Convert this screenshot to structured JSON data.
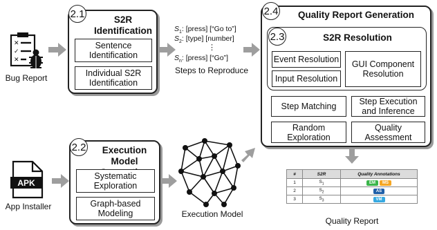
{
  "bug_report": {
    "label": "Bug Report"
  },
  "s2r_identification": {
    "badge": "2.1",
    "title": "S2R Identification",
    "items": [
      "Sentence Identification",
      "Individual S2R Identification"
    ]
  },
  "steps": {
    "lines": [
      {
        "sym": "S",
        "sub": "1",
        "text": ": [press] [“Go to”]"
      },
      {
        "sym": "S",
        "sub": "2",
        "text": ": [type] [number]"
      },
      {
        "sym": "S",
        "sub": "n",
        "text": ": [press] [“Go”]"
      }
    ],
    "dots": "⋮",
    "caption": "Steps to Reproduce"
  },
  "quality_report_generation": {
    "badge": "2.4",
    "title": "Quality Report Generation",
    "s2r_resolution": {
      "badge": "2.3",
      "title": "S2R Resolution",
      "items": [
        "Event Resolution",
        "Input Resolution",
        "GUI Component Resolution"
      ]
    },
    "items": [
      "Step Matching",
      "Step Execution and Inference",
      "Random Exploration",
      "Quality Assessment"
    ]
  },
  "app_installer": {
    "label": "App Installer",
    "file_text": "APK"
  },
  "execution_model_generation": {
    "badge": "2.2",
    "title": "Execution Model Generation",
    "items": [
      "Systematic Exploration",
      "Graph-based Modeling"
    ]
  },
  "execution_model": {
    "label": "Execution Model"
  },
  "quality_report": {
    "caption": "Quality Report",
    "headers": [
      "#",
      "S2R",
      "Quality Annotations"
    ],
    "rows": [
      {
        "num": "1",
        "s2r_sym": "S",
        "s2r_sub": "1",
        "tags": [
          {
            "text": "EM",
            "color": "#3bb54a"
          },
          {
            "text": "MS",
            "color": "#f5a623"
          }
        ]
      },
      {
        "num": "2",
        "s2r_sym": "S",
        "s2r_sub": "2",
        "tags": [
          {
            "text": "AS",
            "color": "#1f5fa8"
          }
        ]
      },
      {
        "num": "3",
        "s2r_sym": "S",
        "s2r_sub": "3",
        "tags": [
          {
            "text": "VM",
            "color": "#36a9e1"
          }
        ]
      }
    ]
  },
  "colors": {
    "arrow": "#9e9e9e",
    "border": "#222222",
    "shadow": "#9a9a9a"
  }
}
